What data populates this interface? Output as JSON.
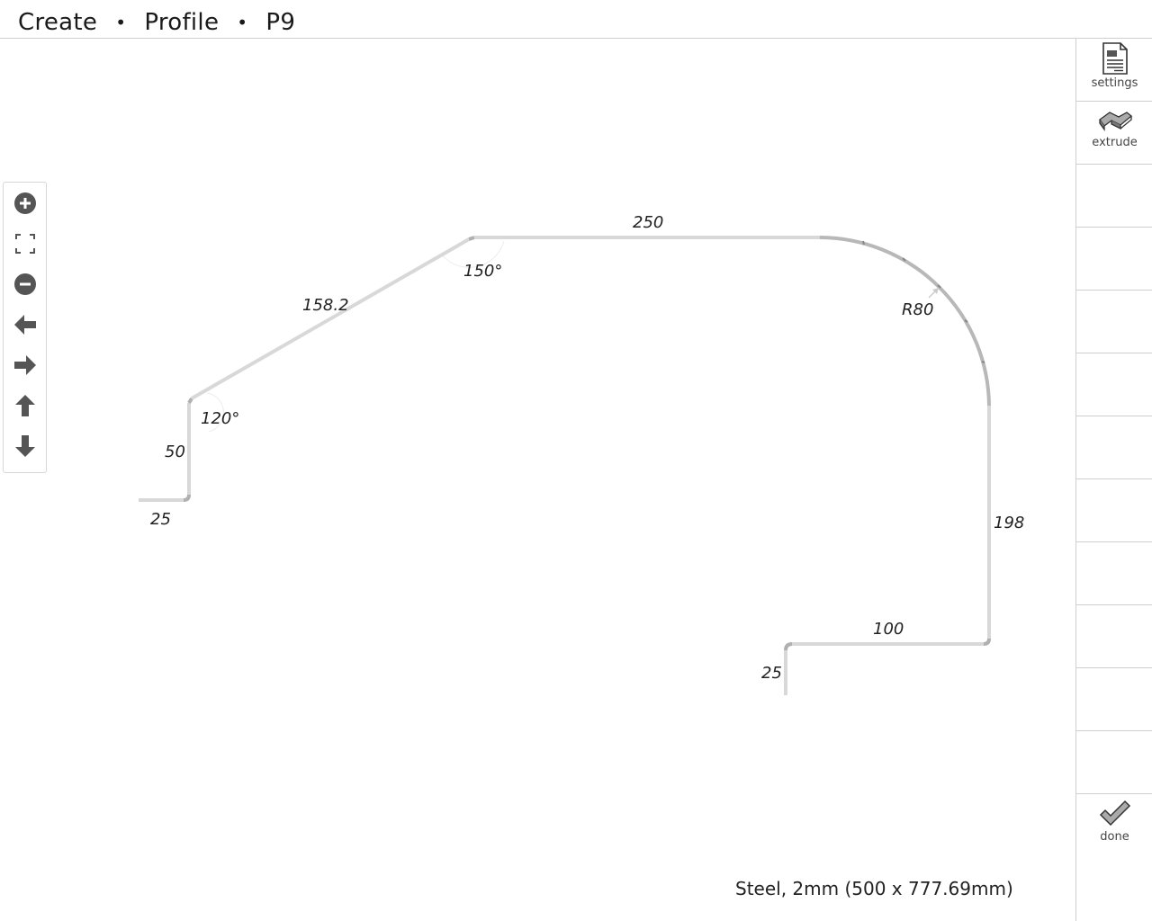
{
  "breadcrumb": {
    "items": [
      "Create",
      "Profile",
      "P9"
    ],
    "separator": "•"
  },
  "drawing": {
    "dimensions": {
      "bottom_left_flange": "25",
      "left_vertical": "50",
      "left_angle": "120°",
      "slope": "158.2",
      "top_angle": "150°",
      "top_segment": "250",
      "radius": "R80",
      "right_vertical": "198",
      "bottom_segment": "100",
      "bottom_right_flange": "25"
    },
    "line_color": "#d8d8d8",
    "arc_color": "#b8b8b8"
  },
  "nav_tools": [
    {
      "name": "zoom-in-icon"
    },
    {
      "name": "fit-screen-icon"
    },
    {
      "name": "zoom-out-icon"
    },
    {
      "name": "pan-left-icon"
    },
    {
      "name": "pan-right-icon"
    },
    {
      "name": "pan-up-icon"
    },
    {
      "name": "pan-down-icon"
    }
  ],
  "panel": {
    "settings_label": "settings",
    "extrude_label": "extrude",
    "done_label": "done"
  },
  "status": {
    "text": "Steel, 2mm (500 x 777.69mm)"
  }
}
